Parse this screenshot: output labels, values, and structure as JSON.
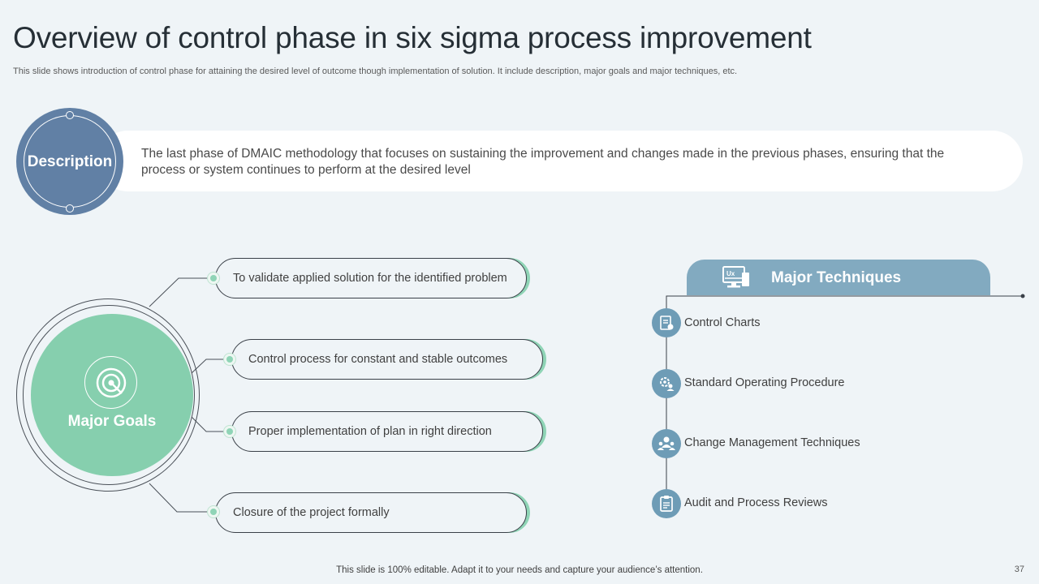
{
  "title": "Overview of control phase in six sigma process improvement",
  "subtitle": "This slide shows introduction of control phase for attaining the desired level of outcome though implementation of solution. It include description, major goals and major techniques, etc.",
  "description": {
    "label": "Description",
    "text": "The last phase of DMAIC methodology that focuses on sustaining the improvement and changes made in the previous phases, ensuring that the process or system continues to perform at the desired level"
  },
  "goals": {
    "label": "Major Goals",
    "icon": "target-icon",
    "items": [
      "To validate applied solution for the identified problem",
      "Control process for constant and stable outcomes",
      "Proper implementation of plan in right direction",
      "Closure of the project formally"
    ]
  },
  "techniques": {
    "title": "Major Techniques",
    "header_icon": "ux-monitor-icon",
    "header_icon_text": "Ux",
    "items": [
      {
        "label": "Control Charts",
        "icon": "chart-report-icon"
      },
      {
        "label": "Standard Operating Procedure",
        "icon": "gears-user-icon"
      },
      {
        "label": "Change Management Techniques",
        "icon": "team-icon"
      },
      {
        "label": "Audit and Process Reviews",
        "icon": "clipboard-icon"
      }
    ]
  },
  "colors": {
    "description": "#6180a5",
    "goals": "#86cfae",
    "techniques": "#82aac0",
    "background": "#eff4f7"
  },
  "footer": "This slide is 100% editable. Adapt it to your needs and capture your audience’s attention.",
  "page_number": "37"
}
